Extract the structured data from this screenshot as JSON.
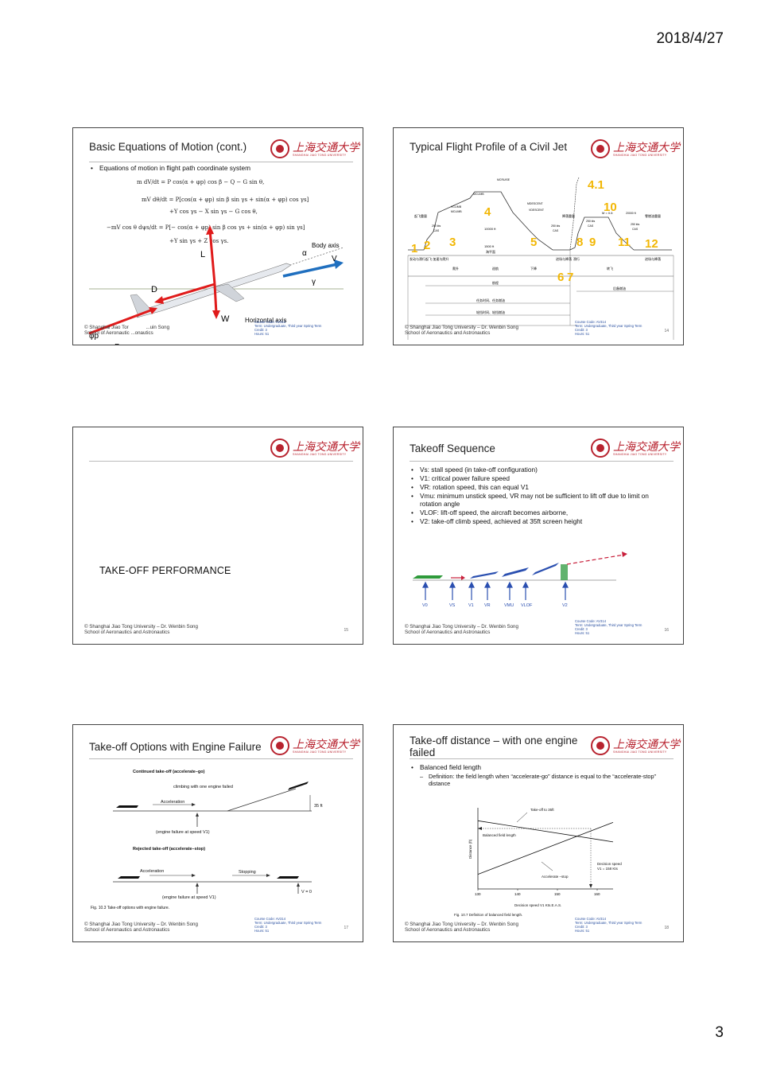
{
  "page": {
    "date": "2018/4/27",
    "number": "3"
  },
  "logo": {
    "cn": "上海交通大学",
    "en": "SHANGHAI JIAO TONG UNIVERSITY"
  },
  "footer": {
    "line1": "© Shanghai Jiao Tong University – Dr. Wenbin Song",
    "line2": "School of Aeronautics and Astronautics",
    "course1": "Course Code: AV314",
    "course2": "Term: Undergraduate, Third year Spring Term",
    "course3": "Credit: 3",
    "course4": "Hours: 51"
  },
  "slide13": {
    "title": "Basic Equations of Motion (cont.)",
    "bullet": "Equations of motion in flight path coordinate system",
    "eq1": "m dV/dt  =  P cos(α + φp) cos β − Q − G sin θ,",
    "eq2": "mV dθ/dt  =  P[cos(α + φp) sin β sin γs + sin(α + φp) cos γs]",
    "eq3": "+Y cos γs − X sin γs − G cos θ,",
    "eq4": "−mV cos θ dψs/dt  =  P[− cos(α + φp) sin β cos γs + sin(α + φp) sin γs]",
    "eq5": "+Y sin γs + Z cos γs.",
    "labels": {
      "L": "L",
      "D": "D",
      "W": "W",
      "P": "P",
      "phi": "φp",
      "alpha": "α",
      "gamma": "γ",
      "V": "V",
      "body": "Body axis",
      "horiz": "Horizontal axis"
    },
    "footer_trunc1": "© Shanghai Jiao Tor",
    "footer_trunc2": "School of Aeronautic",
    "footer_trunc3": "...uin Song",
    "footer_trunc4": "...onautics"
  },
  "slide14": {
    "title": "Typical Flight Profile of a Civil Jet",
    "num": "14",
    "steps": [
      "1",
      "2",
      "3",
      "4",
      "5",
      "6",
      "7",
      "8",
      "9",
      "10",
      "11",
      "12",
      "4.1"
    ],
    "labels": {
      "mcruise": "MCRUISE",
      "mclimb": "MCLIMB",
      "vclimb": "VCLIMB",
      "mdescent": "MDESCENT",
      "vdescent": "VDESCENT",
      "takeoff": "起飞重量",
      "landing": "降落重量",
      "zero_fuel": "零燃油重量",
      "alt10000": "10000 ft",
      "alt1500": "1500 ft",
      "sea": "海平面",
      "kts250a": "250 kts",
      "kts250b": "250 kts",
      "kts250c": "250 kts",
      "kts250d": "250 kts",
      "cas1": "CAS",
      "cas2": "CAS",
      "cas3": "CAS",
      "cas4": "CAS",
      "m06": "M = 0.6",
      "alt20000": "20000 ft",
      "ph1": "发动与滑行",
      "ph2": "起飞·加速与爬升",
      "ph3": "爬升",
      "ph4": "巡航",
      "ph5": "下降",
      "ph6": "进场与降落",
      "ph7": "滑行",
      "ph8": "转飞",
      "ph9": "进场与降落",
      "range": "航程",
      "reserve": "后备燃油",
      "mission": "任务时间、任务燃油",
      "block": "轮挡时间、轮挡燃油"
    }
  },
  "slide15": {
    "title": "TAKE-OFF PERFORMANCE",
    "num": "15"
  },
  "slide16": {
    "title": "Takeoff Sequence",
    "num": "16",
    "bullets": [
      "Vs: stall speed (in take-off configuration)",
      "V1: critical power failure speed",
      "VR: rotation speed, this can equal V1",
      "Vmu: minimum unstick speed, VR may not be sufficient to lift off due to limit on rotation angle",
      "VLOF: lift-off speed, the aircraft becomes airborne,",
      "V2: take-off climb speed, achieved at 35ft screen height"
    ],
    "speeds": [
      "V0",
      "VS",
      "V1",
      "VR",
      "VMU",
      "VLOF",
      "V2"
    ]
  },
  "slide17": {
    "title": "Take-off Options with Engine Failure",
    "num": "17",
    "cont_title": "Continued take-off (accelerate–go)",
    "climb": "climbing with one engine failed",
    "accel1": "Acceleration",
    "h35": "35 ft",
    "fail1": "(engine failure at speed V1)",
    "rej_title": "Rejected take-off (accelerate–stop)",
    "accel2": "Acceleration",
    "stopping": "Stopping",
    "v0": "V = 0",
    "fail2": "(engine failure at speed V1)",
    "caption": "Fig. 10.3  Take-off options with engine failure."
  },
  "slide18": {
    "title": "Take-off distance – with one engine failed",
    "num": "18",
    "bullet": "Balanced field length",
    "sub": "Definition: the field length when “accelerate-go” distance is equal to the “accelerate-stop” distance",
    "chart_labels": {
      "takeoff35": "Take-off to 35ft",
      "bfl": "Balanced  field length",
      "ylabel": "Distance (ft)",
      "decision1": "Decision speed",
      "decision2": "V1 = 158 Kts",
      "accel_stop": "Accelerate –stop",
      "xlabel": "Decision  speed  V1 Kts.E.A.S.",
      "caption": "Fig. 10.7  Definition of balanced field length."
    }
  },
  "chart_data": {
    "type": "line",
    "title": "",
    "xlabel": "Decision  speed  V1 Kts.E.A.S.",
    "ylabel": "Distance (ft)",
    "x": [
      130,
      140,
      150,
      160
    ],
    "xlim": [
      130,
      164
    ],
    "series": [
      {
        "name": "Take-off to 35ft",
        "x": [
          130,
          164
        ],
        "y": [
          0.84,
          0.58
        ]
      },
      {
        "name": "Accelerate –stop",
        "x": [
          130,
          164
        ],
        "y": [
          0.18,
          0.82
        ]
      }
    ],
    "annotations": [
      "Balanced  field length",
      "Decision speed",
      "V1 = 158 Kts"
    ]
  }
}
